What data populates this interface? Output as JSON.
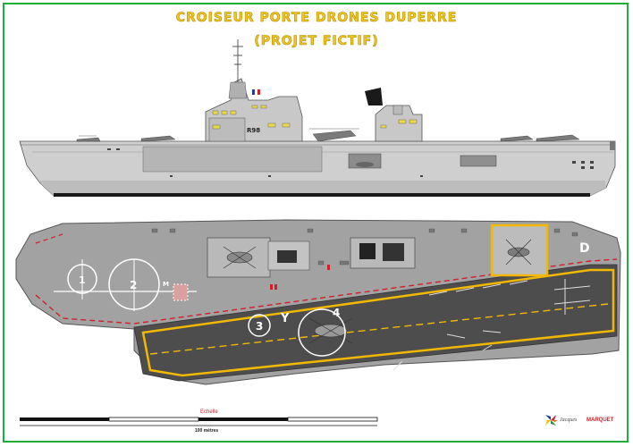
{
  "title": "CROISEUR PORTE DRONES DUPERRE",
  "subtitle": "(PROJET FICTIF)",
  "hull_number": "R98",
  "deck_spot_numbers": [
    "1",
    "2",
    "3",
    "4"
  ],
  "deck_letter": "D",
  "deck_mark_y": "Y",
  "deck_mark_m": "M",
  "scale": {
    "label": "Echelle",
    "value": "100 mètres"
  },
  "signature": {
    "first_name": "Jacques",
    "last_name": "MARQUET"
  },
  "colors": {
    "title": "#f2c81c",
    "border": "#1fae3a",
    "hull": "#c8c8c8",
    "deck": "#9a9a9a",
    "flight_deck": "#4d4d4d",
    "deck_line": "#f2b800",
    "red_line": "#d0202a"
  }
}
